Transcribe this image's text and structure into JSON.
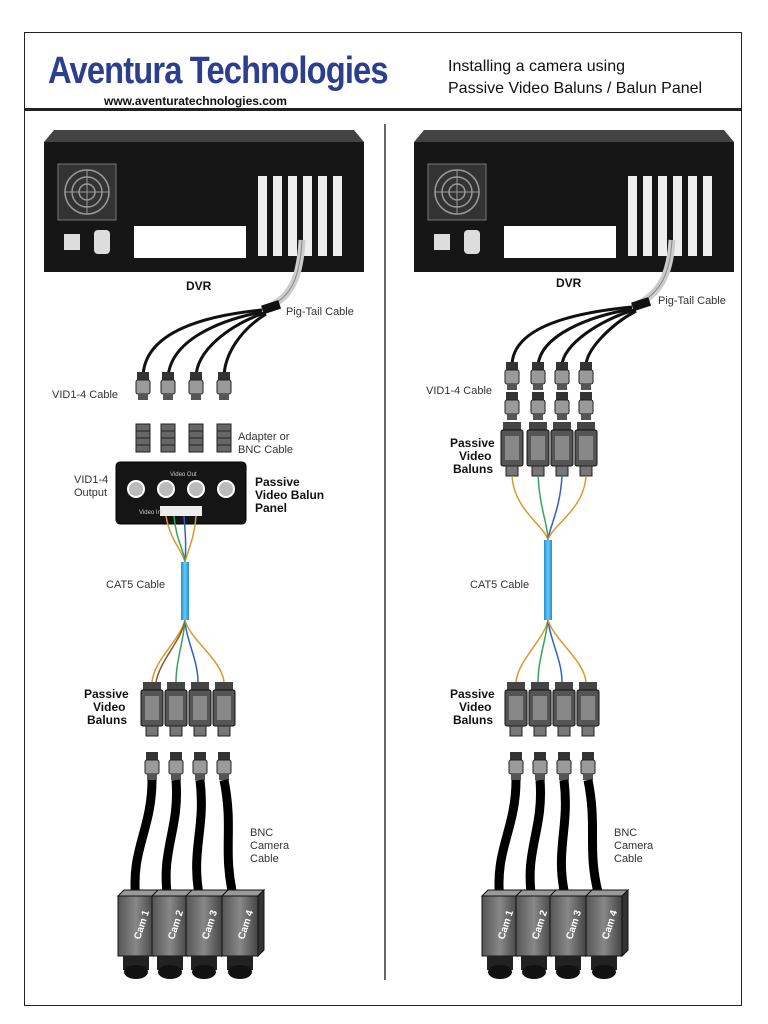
{
  "header": {
    "brand": "Aventura Technologies",
    "url": "www.aventuratechnologies.com",
    "title_line1": "Installing a camera using",
    "title_line2": "Passive Video Baluns / Balun Panel"
  },
  "left": {
    "dvr": "DVR",
    "pigtail": "Pig-Tail Cable",
    "vid_cable": "VID1-4 Cable",
    "adapter_1": "Adapter or",
    "adapter_2": "BNC Cable",
    "vid_output_1": "VID1-4",
    "vid_output_2": "Output",
    "panel_1": "Passive",
    "panel_2": "Video Balun",
    "panel_3": "Panel",
    "panel_video_out": "Video Out",
    "panel_video_in": "Video In",
    "cat5": "CAT5 Cable",
    "baluns_1": "Passive",
    "baluns_2": "Video",
    "baluns_3": "Baluns",
    "bnc_1": "BNC",
    "bnc_2": "Camera",
    "bnc_3": "Cable"
  },
  "right": {
    "dvr": "DVR",
    "pigtail": "Pig-Tail Cable",
    "vid_cable": "VID1-4 Cable",
    "top_baluns_1": "Passive",
    "top_baluns_2": "Video",
    "top_baluns_3": "Baluns",
    "cat5": "CAT5 Cable",
    "baluns_1": "Passive",
    "baluns_2": "Video",
    "baluns_3": "Baluns",
    "bnc_1": "BNC",
    "bnc_2": "Camera",
    "bnc_3": "Cable"
  },
  "cameras": [
    "Cam 1",
    "Cam 2",
    "Cam 3",
    "Cam 4"
  ]
}
